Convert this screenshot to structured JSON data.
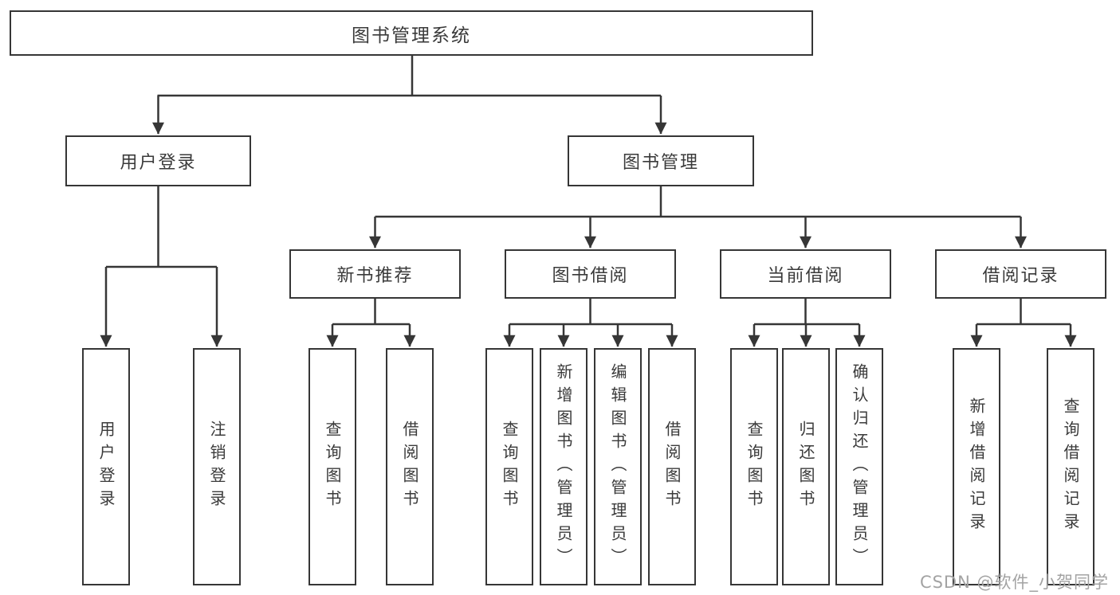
{
  "tree": {
    "label": "图书管理系统",
    "children": [
      {
        "label": "用户登录",
        "children": [
          {
            "label": "用户登录"
          },
          {
            "label": "注销登录"
          }
        ]
      },
      {
        "label": "图书管理",
        "children": [
          {
            "label": "新书推荐",
            "children": [
              {
                "label": "查询图书"
              },
              {
                "label": "借阅图书"
              }
            ]
          },
          {
            "label": "图书借阅",
            "children": [
              {
                "label": "查询图书"
              },
              {
                "label": "新增图书（管理员）"
              },
              {
                "label": "编辑图书（管理员）"
              },
              {
                "label": "借阅图书"
              }
            ]
          },
          {
            "label": "当前借阅",
            "children": [
              {
                "label": "查询图书"
              },
              {
                "label": "归还图书"
              },
              {
                "label": "确认归还（管理员）"
              }
            ]
          },
          {
            "label": "借阅记录",
            "children": [
              {
                "label": "新增借阅记录"
              },
              {
                "label": "查询借阅记录"
              }
            ]
          }
        ]
      }
    ]
  },
  "colors": {
    "line": "#363636",
    "text": "#3a3a3a",
    "watermark": "#a3a3a3",
    "background": "#ffffff"
  },
  "watermark": {
    "text": "CSDN @软件_小贺同学"
  }
}
